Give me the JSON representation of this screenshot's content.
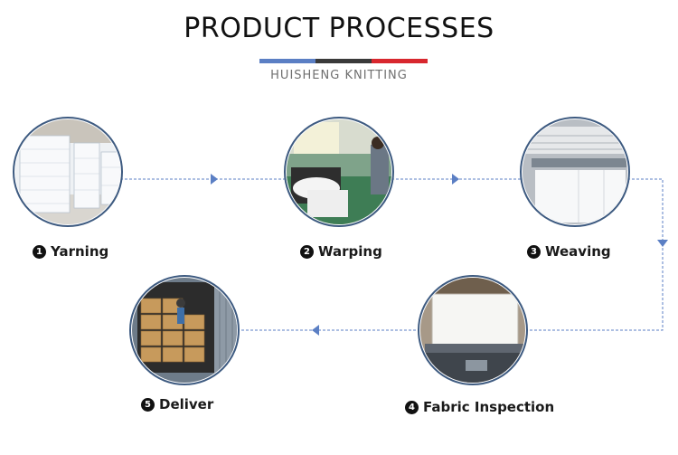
{
  "header": {
    "title": "PRODUCT PROCESSES",
    "subtitle": "HUISHENG KNITTING"
  },
  "steps": [
    {
      "number": "1",
      "label": "Yarning",
      "photo": "yarn-spools-photo"
    },
    {
      "number": "2",
      "label": "Warping",
      "photo": "warping-machine-photo"
    },
    {
      "number": "3",
      "label": "Weaving",
      "photo": "weaving-loom-photo"
    },
    {
      "number": "4",
      "label": "Fabric Inspection",
      "photo": "inspection-machine-photo"
    },
    {
      "number": "5",
      "label": "Deliver",
      "photo": "container-loading-photo"
    }
  ],
  "colors": {
    "accent_blue": "#5b7fc4",
    "accent_dark": "#3a3a3a",
    "accent_red": "#d8272e",
    "connector": "#5b7fc4"
  }
}
